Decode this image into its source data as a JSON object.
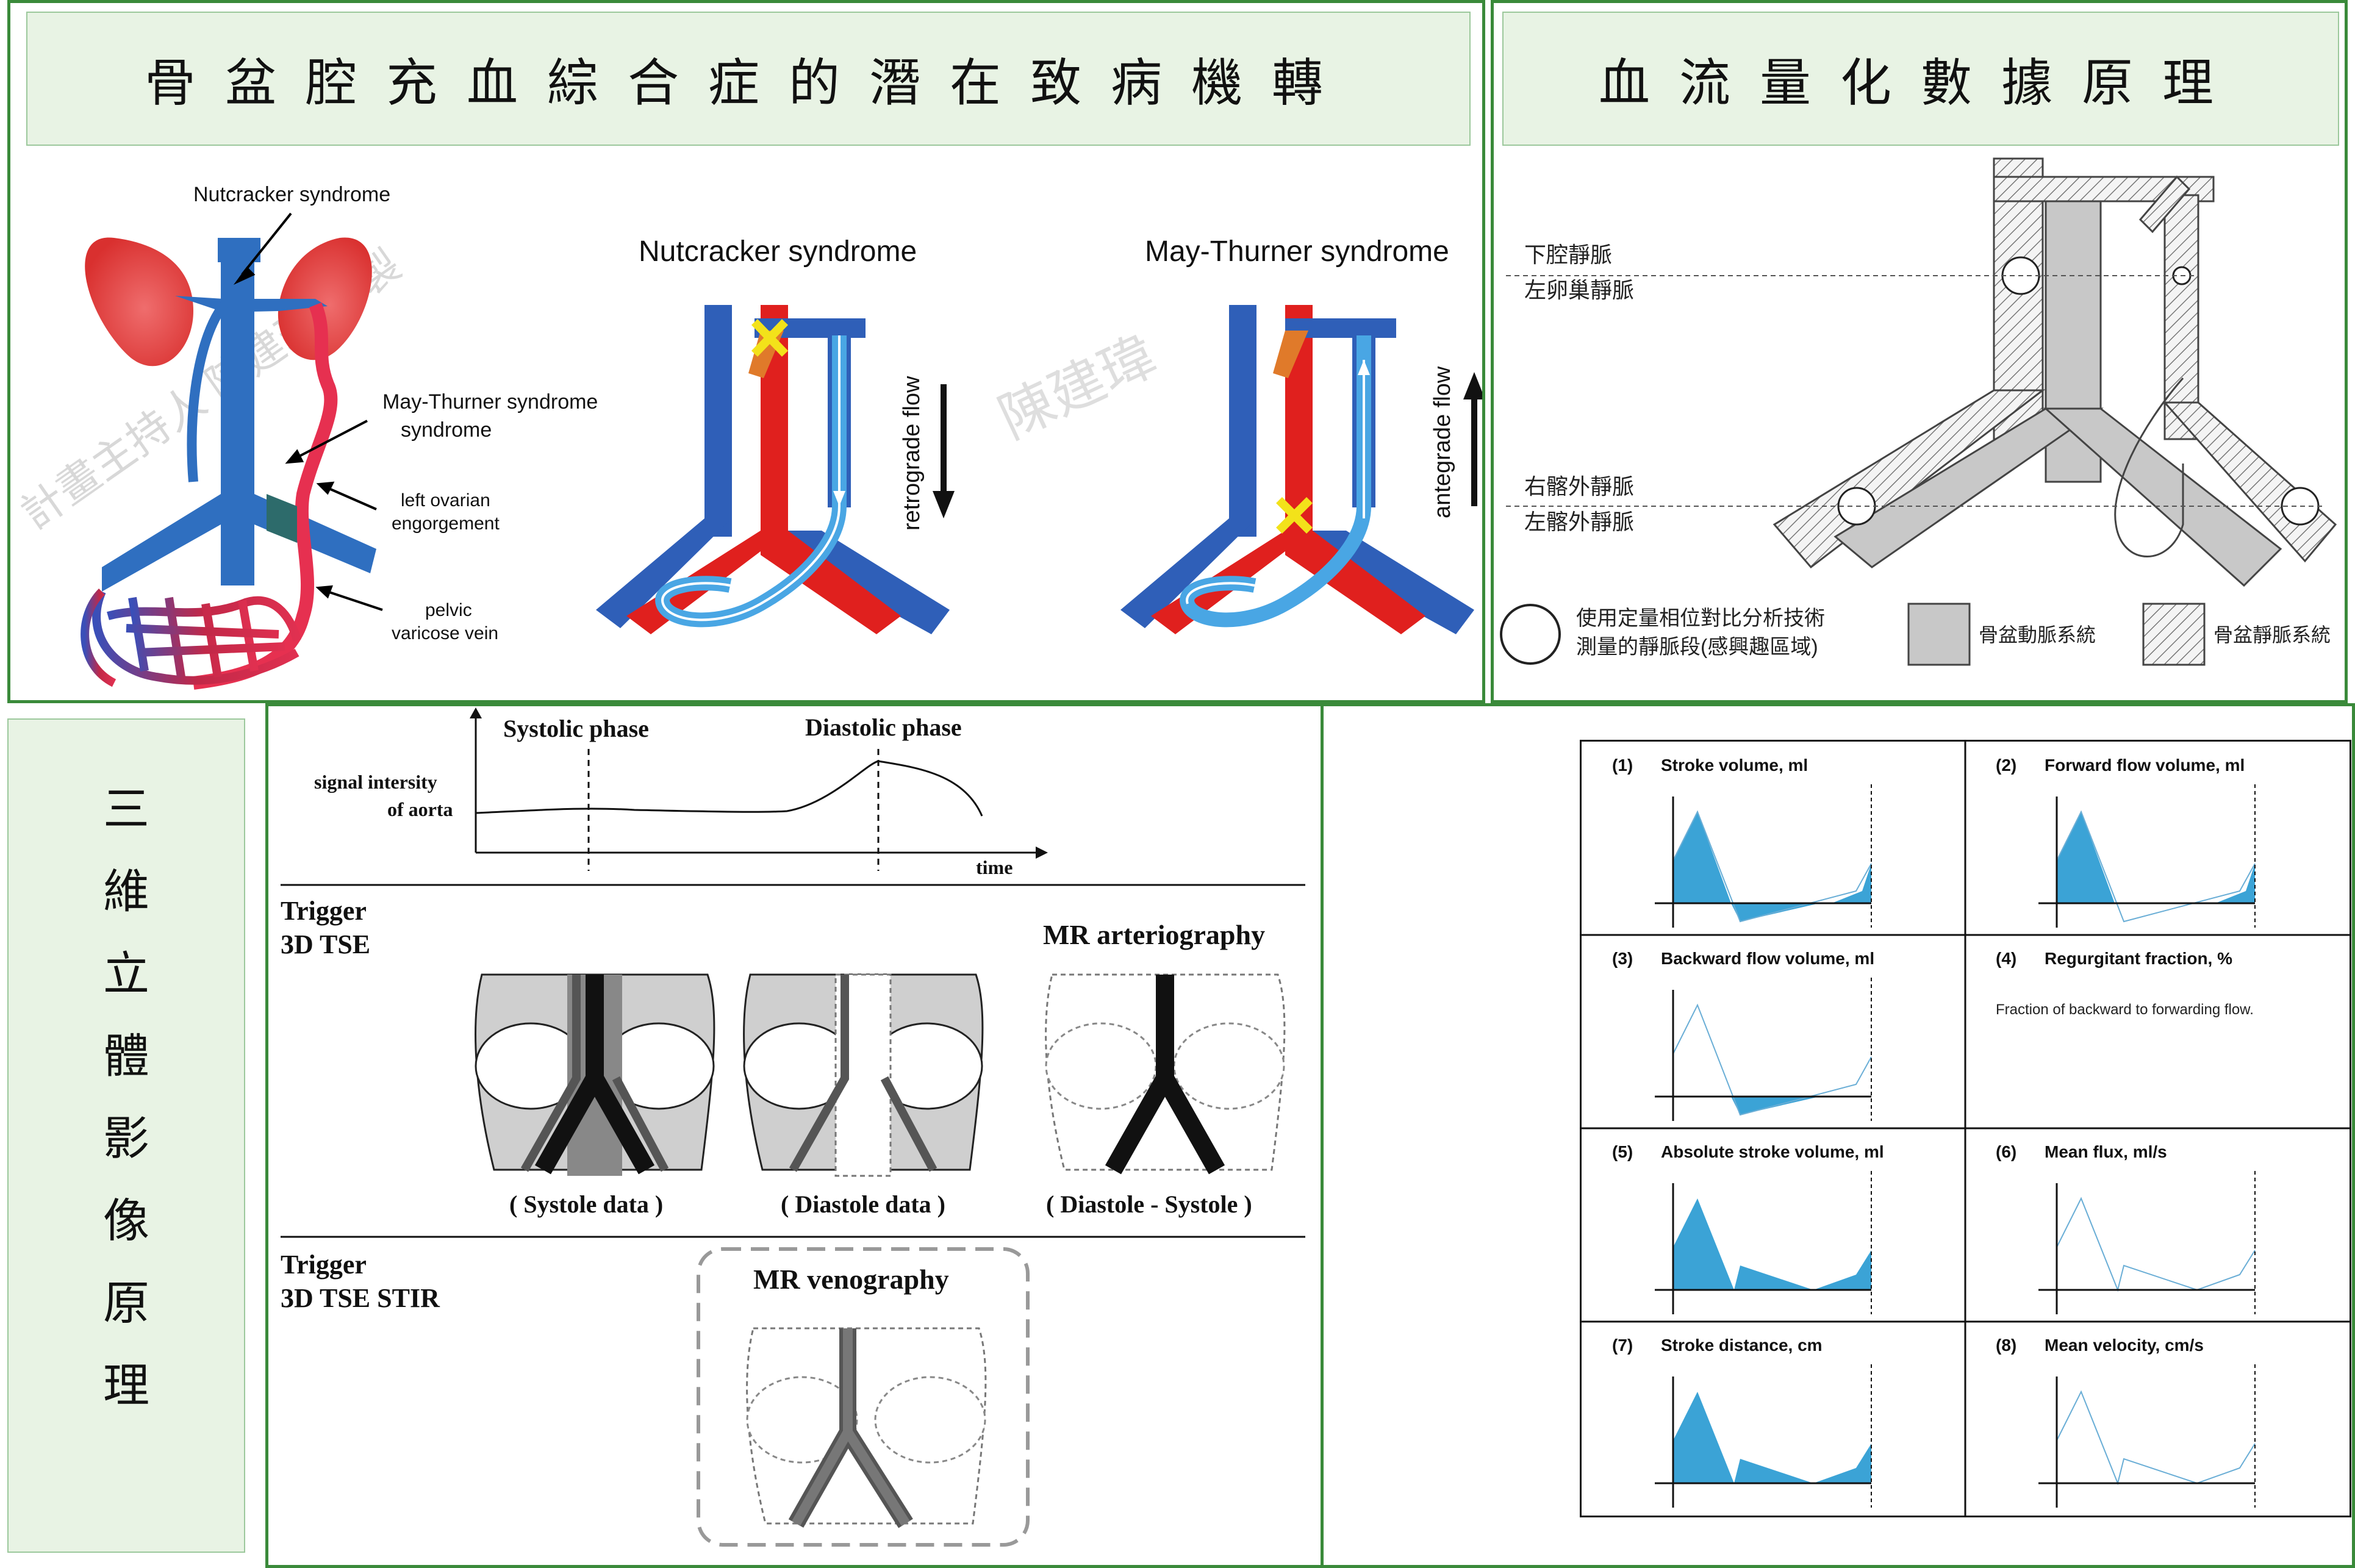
{
  "panels": {
    "top_left": {
      "title": "骨盆腔充血綜合症的潛在致病機轉",
      "anatomy": {
        "top_label": "Nutcracker syndrome",
        "may_thurner": "May-Thurner syndrome",
        "ovarian": "left ovarian engorgement",
        "pelvic": "pelvic varicose vein",
        "watermark": "計畫主持人 陳建瑋 繪製"
      },
      "nutcracker": {
        "title": "Nutcracker syndrome",
        "flow": "retrograde flow"
      },
      "may_thurner": {
        "title": "May-Thurner syndrome",
        "flow": "antegrade flow"
      },
      "watermark2": "陳建瑋"
    },
    "top_right": {
      "title": "血流量化數據原理",
      "labels": {
        "ivc": "下腔靜脈",
        "lov": "左卵巢靜脈",
        "reiv": "右髂外靜脈",
        "leiv": "左髂外靜脈"
      },
      "legend": {
        "roi_line1": "使用定量相位對比分析技術",
        "roi_line2": "測量的靜脈段(感興趣區域)",
        "artery": "骨盆動脈系統",
        "vein": "骨盆靜脈系統"
      }
    },
    "bottom_left": {
      "title": "三維立體影像原理",
      "graph": {
        "systolic": "Systolic phase",
        "diastolic": "Diastolic phase",
        "ylabel_line1": "signal intersity",
        "ylabel_line2": "of aorta",
        "xlabel": "time"
      },
      "row1": {
        "trigger_line1": "Trigger",
        "trigger_line2": "3D TSE",
        "mra": "MR arteriography",
        "captions": [
          "( Systole data )",
          "( Diastole data )",
          "( Diastole - Systole )"
        ]
      },
      "row2": {
        "trigger_line1": "Trigger",
        "trigger_line2": "3D TSE STIR",
        "mrv": "MR venography"
      }
    },
    "bottom_right": {
      "title": "定量相位對比分析",
      "note": "Fraction of backward to forwarding flow.",
      "cells": [
        {
          "num": "(1)",
          "label": "Stroke volume, ml",
          "style": "filled"
        },
        {
          "num": "(2)",
          "label": "Forward flow volume, ml",
          "style": "forward"
        },
        {
          "num": "(3)",
          "label": "Backward flow volume, ml",
          "style": "backward"
        },
        {
          "num": "(4)",
          "label": "Regurgitant fraction, %",
          "style": "text"
        },
        {
          "num": "(5)",
          "label": "Absolute stroke volume, ml",
          "style": "absolute"
        },
        {
          "num": "(6)",
          "label": "Mean flux, ml/s",
          "style": "outline"
        },
        {
          "num": "(7)",
          "label": "Stroke distance, cm",
          "style": "absolute"
        },
        {
          "num": "(8)",
          "label": "Mean velocity, cm/s",
          "style": "outline"
        }
      ]
    }
  },
  "colors": {
    "border": "#3a8a3a",
    "banner": "#e8f3e4",
    "vein": "#2f5fb8",
    "artery": "#e0201e",
    "flow": "#3aa6e0",
    "chart_fill": "#3ba3d6"
  }
}
